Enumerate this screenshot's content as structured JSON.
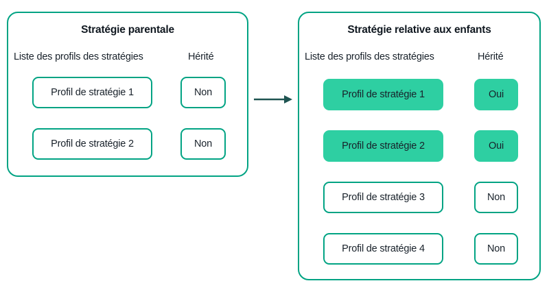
{
  "colors": {
    "accent_border": "#00a383",
    "accent_fill": "#2ecfa2",
    "arrow": "#1e5451",
    "text": "#18212a",
    "background": "#ffffff"
  },
  "arrow": {
    "icon": "arrow-right-icon",
    "direction": "left-to-right"
  },
  "panels": [
    {
      "id": "parent-strategy",
      "title": "Stratégie parentale",
      "columns": {
        "profiles": "Liste des profils des stratégies",
        "inherited": "Hérité"
      },
      "rows": [
        {
          "profile": "Profil de stratégie 1",
          "inherited": "Non",
          "highlighted": false
        },
        {
          "profile": "Profil de stratégie 2",
          "inherited": "Non",
          "highlighted": false
        }
      ]
    },
    {
      "id": "child-strategy",
      "title": "Stratégie relative aux enfants",
      "columns": {
        "profiles": "Liste des profils des stratégies",
        "inherited": "Hérité"
      },
      "rows": [
        {
          "profile": "Profil de stratégie 1",
          "inherited": "Oui",
          "highlighted": true
        },
        {
          "profile": "Profil de stratégie 2",
          "inherited": "Oui",
          "highlighted": true
        },
        {
          "profile": "Profil de stratégie 3",
          "inherited": "Non",
          "highlighted": false
        },
        {
          "profile": "Profil de stratégie 4",
          "inherited": "Non",
          "highlighted": false
        }
      ]
    }
  ]
}
